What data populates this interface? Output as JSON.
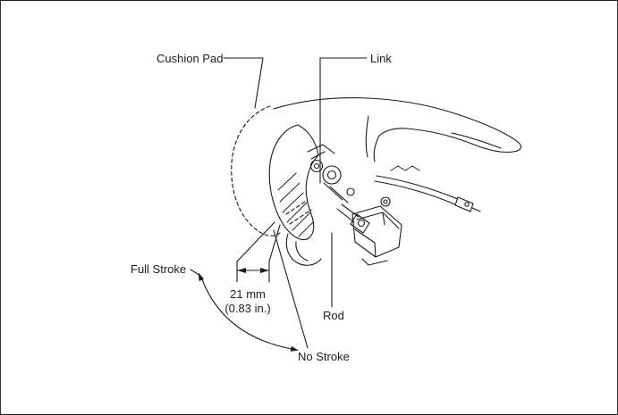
{
  "figure": {
    "background": "#ffffff",
    "line_color": "#1c1c1c",
    "labels": {
      "cushion_pad": "Cushion Pad",
      "link": "Link",
      "full_stroke": "Full Stroke",
      "rod": "Rod",
      "no_stroke": "No Stroke"
    },
    "dimension": {
      "metric": "21 mm",
      "imperial": "(0.83 in.)"
    }
  }
}
